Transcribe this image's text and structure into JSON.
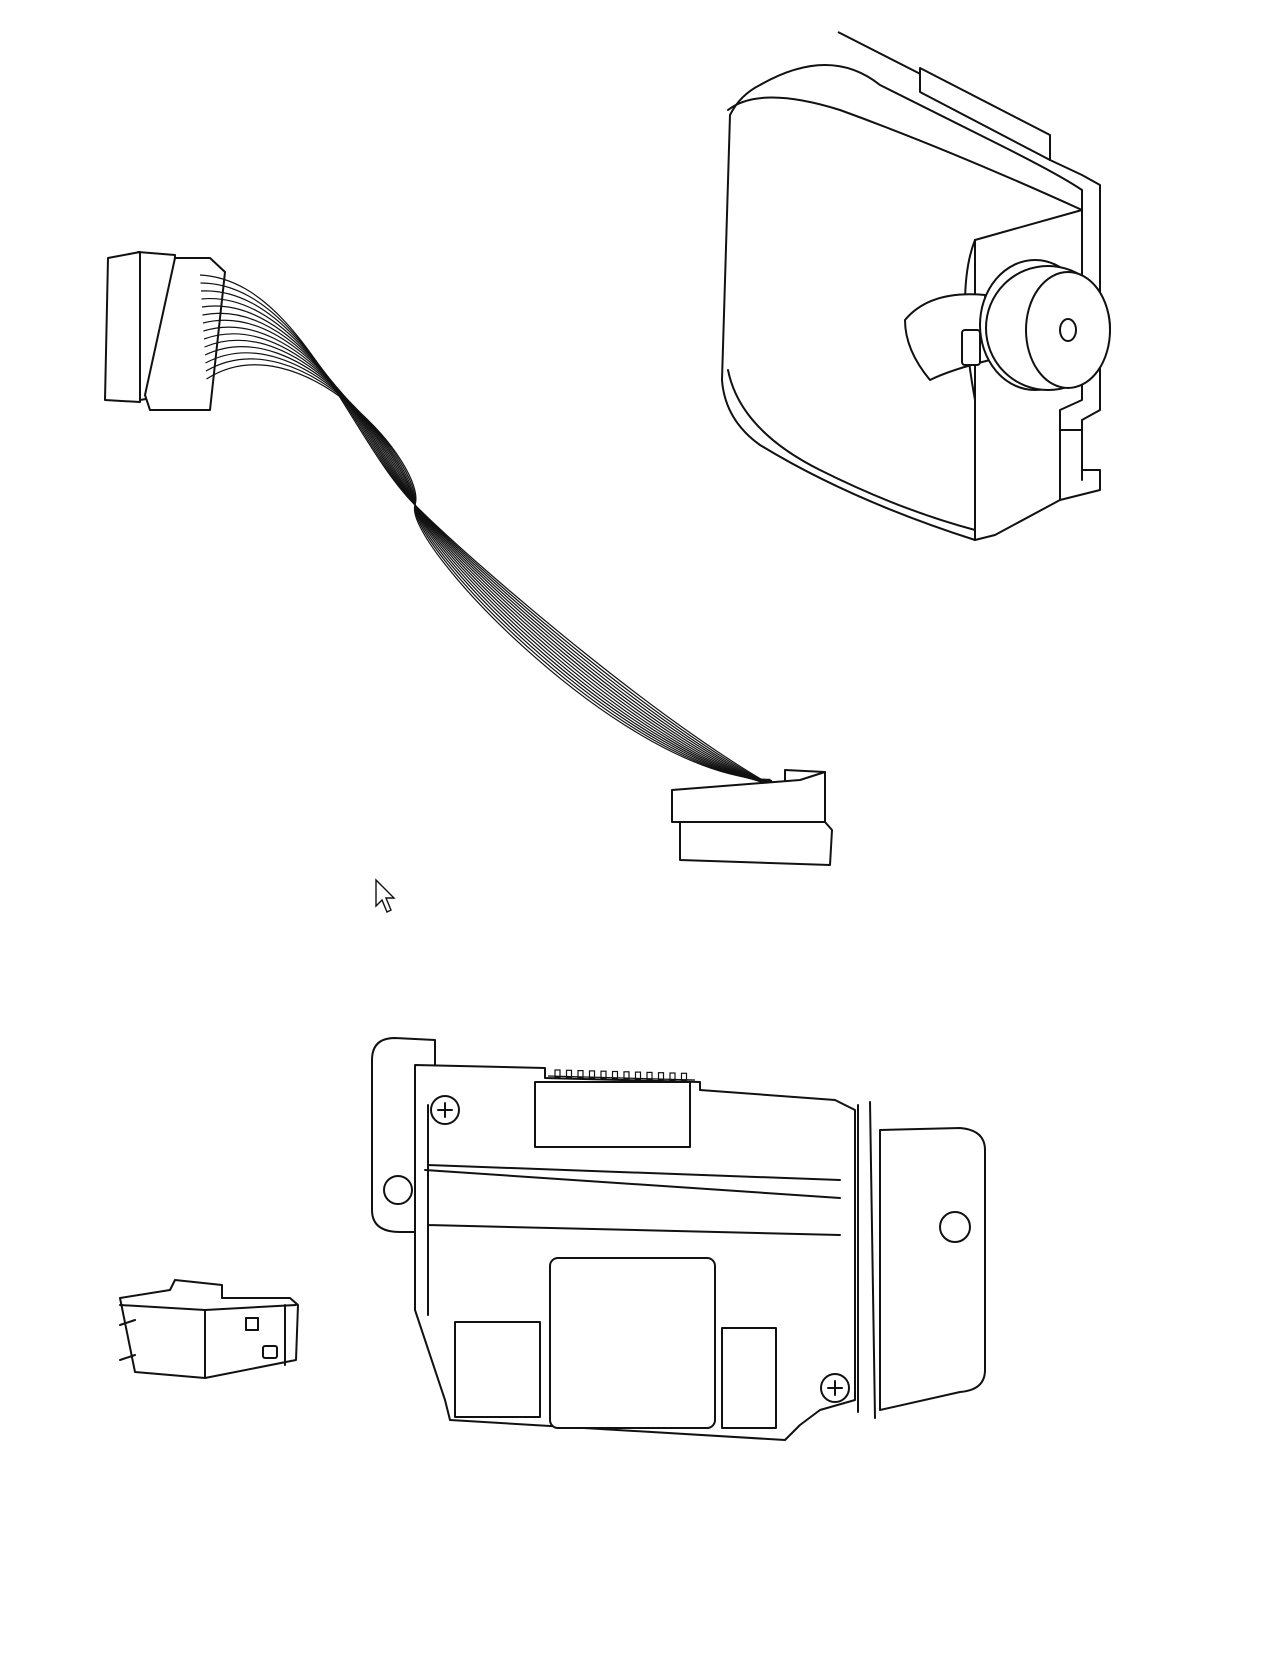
{
  "diagram": {
    "parts": [
      {
        "name": "camera-module"
      },
      {
        "name": "ribbon-cable"
      },
      {
        "name": "small-connector"
      },
      {
        "name": "circuit-board-with-bracket"
      }
    ],
    "colors": {
      "line": "#111111",
      "background": "#ffffff"
    }
  },
  "cursor": {
    "icon": "arrow-cursor-icon"
  }
}
